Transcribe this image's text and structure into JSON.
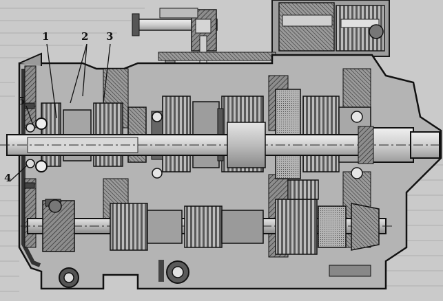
{
  "diagram": {
    "labels": [
      {
        "id": "1",
        "text": "1"
      },
      {
        "id": "2",
        "text": "2"
      },
      {
        "id": "3",
        "text": "3"
      },
      {
        "id": "4",
        "text": "4"
      },
      {
        "id": "5",
        "text": "5"
      }
    ],
    "colors": {
      "paper": "#c9c9c9",
      "metal_light": "#d8d8d8",
      "metal_mid": "#a8a8a8",
      "metal_dark": "#6d6d6d",
      "ink": "#151515"
    }
  }
}
